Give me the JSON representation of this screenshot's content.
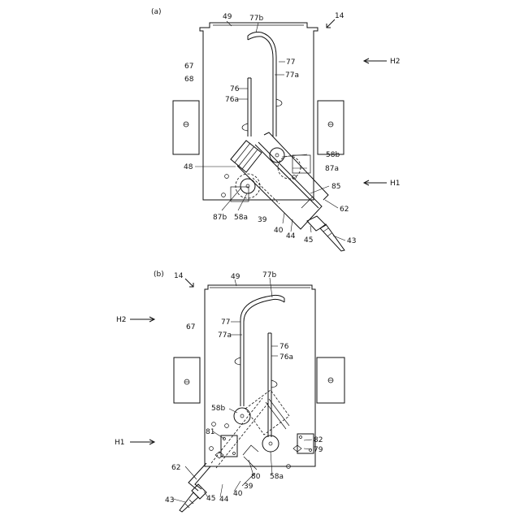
{
  "panel_a": {
    "caption": "(a)",
    "labels": {
      "l14": "14",
      "l49": "49",
      "l77b": "77b",
      "l77": "77",
      "l77a": "77a",
      "l67": "67",
      "l68": "68",
      "l76": "76",
      "l76a": "76a",
      "lH2": "H2",
      "l58b": "58b",
      "l87a": "87a",
      "l48": "48",
      "lH1": "H1",
      "l85": "85",
      "l62": "62",
      "l87b": "87b",
      "l58a": "58a",
      "l39": "39",
      "l40": "40",
      "l44": "44",
      "l45": "45",
      "l43": "43"
    }
  },
  "panel_b": {
    "caption": "(b)",
    "labels": {
      "l14": "14",
      "l49": "49",
      "l77b": "77b",
      "lH2": "H2",
      "l77": "77",
      "l67": "67",
      "l77a": "77a",
      "l76": "76",
      "l76a": "76a",
      "l58b": "58b",
      "lH1": "H1",
      "l81": "81",
      "l82": "82",
      "l79": "79",
      "l62": "62",
      "l80": "80",
      "l58a": "58a",
      "l39": "39",
      "l40": "40",
      "l43": "43",
      "l45": "45",
      "l44": "44"
    }
  }
}
